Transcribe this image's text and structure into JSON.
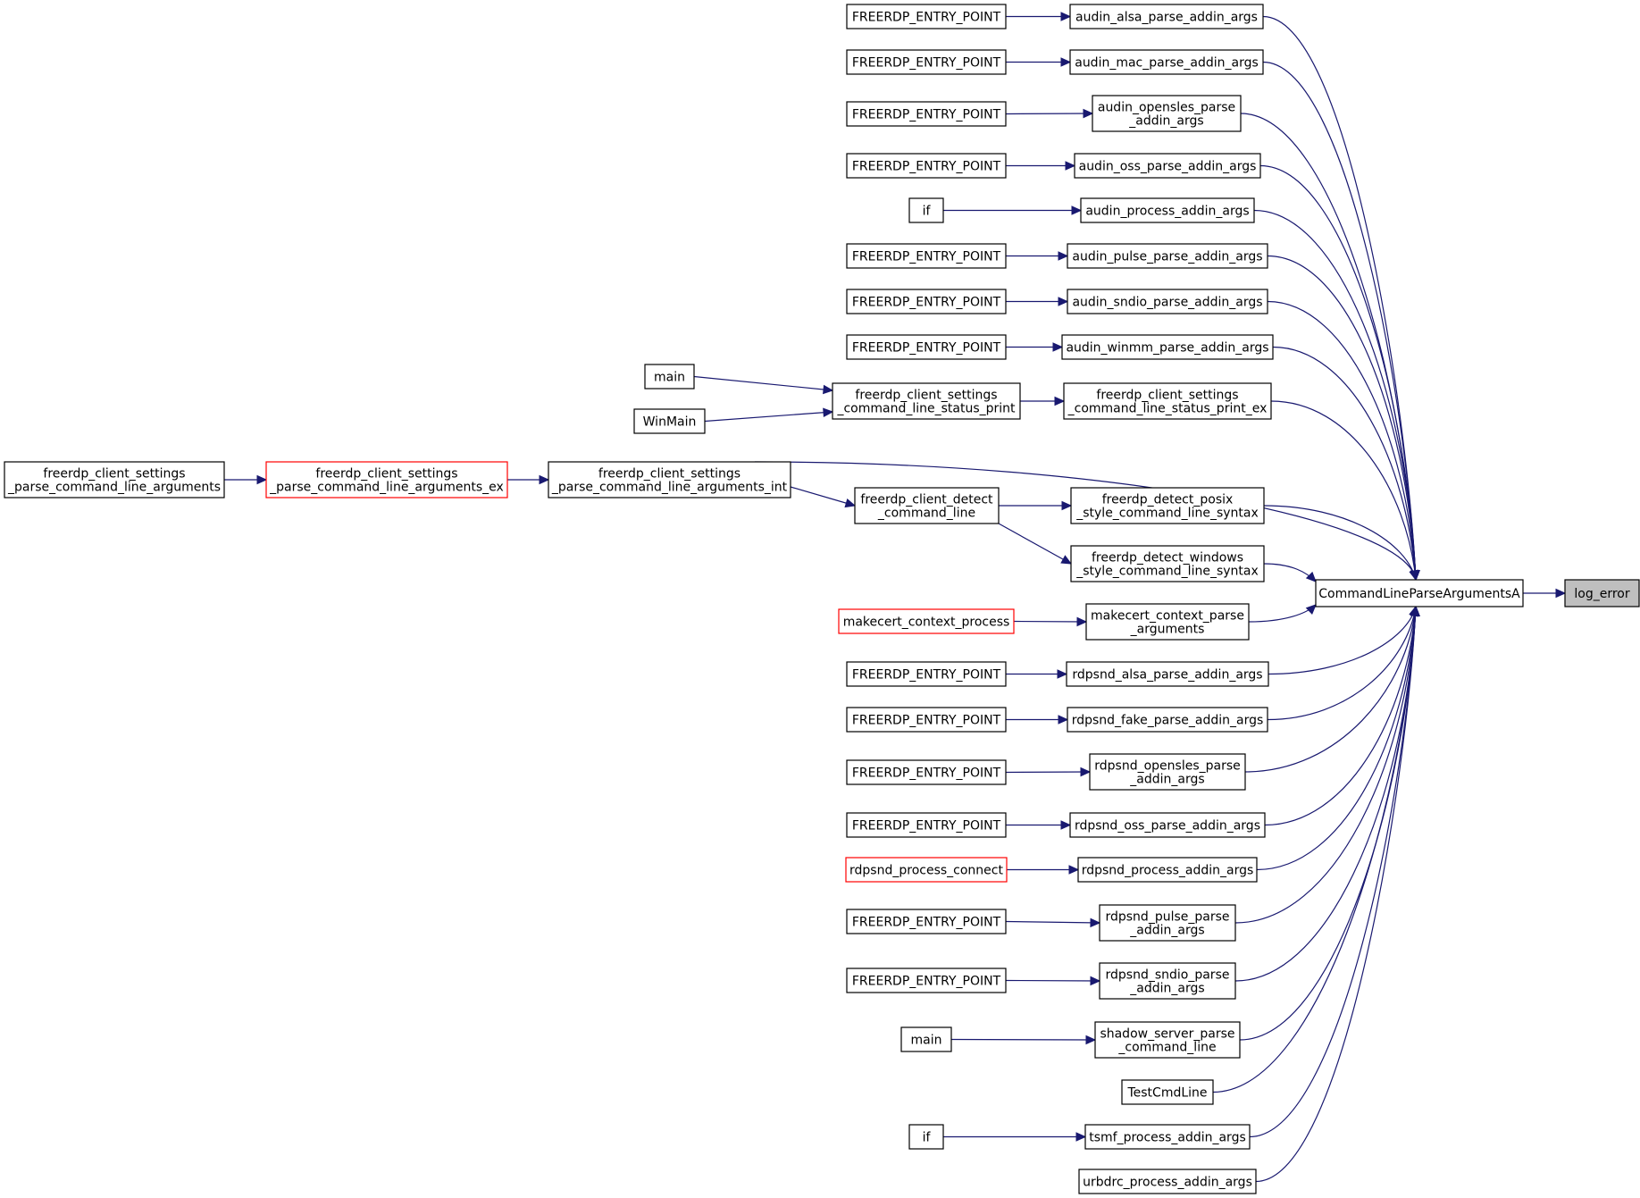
{
  "nodes": [
    {
      "id": "log_error",
      "lines": [
        "log_error"
      ]
    },
    {
      "id": "CommandLineParseArgumentsA",
      "lines": [
        "CommandLineParseArgumentsA"
      ]
    },
    {
      "id": "audin_alsa",
      "lines": [
        "audin_alsa_parse_addin_args"
      ]
    },
    {
      "id": "audin_mac",
      "lines": [
        "audin_mac_parse_addin_args"
      ]
    },
    {
      "id": "audin_opensles",
      "lines": [
        "audin_opensles_parse",
        "_addin_args"
      ]
    },
    {
      "id": "audin_oss",
      "lines": [
        "audin_oss_parse_addin_args"
      ]
    },
    {
      "id": "audin_process",
      "lines": [
        "audin_process_addin_args"
      ]
    },
    {
      "id": "audin_pulse",
      "lines": [
        "audin_pulse_parse_addin_args"
      ]
    },
    {
      "id": "audin_sndio",
      "lines": [
        "audin_sndio_parse_addin_args"
      ]
    },
    {
      "id": "audin_winmm",
      "lines": [
        "audin_winmm_parse_addin_args"
      ]
    },
    {
      "id": "status_print_ex",
      "lines": [
        "freerdp_client_settings",
        "_command_line_status_print_ex"
      ]
    },
    {
      "id": "status_print",
      "lines": [
        "freerdp_client_settings",
        "_command_line_status_print"
      ]
    },
    {
      "id": "parse_int",
      "lines": [
        "freerdp_client_settings",
        "_parse_command_line_arguments_int"
      ]
    },
    {
      "id": "parse_ex",
      "lines": [
        "freerdp_client_settings",
        "_parse_command_line_arguments_ex"
      ]
    },
    {
      "id": "parse_args",
      "lines": [
        "freerdp_client_settings",
        "_parse_command_line_arguments"
      ]
    },
    {
      "id": "detect_cmd",
      "lines": [
        "freerdp_client_detect",
        "_command_line"
      ]
    },
    {
      "id": "detect_posix",
      "lines": [
        "freerdp_detect_posix",
        "_style_command_line_syntax"
      ]
    },
    {
      "id": "detect_windows",
      "lines": [
        "freerdp_detect_windows",
        "_style_command_line_syntax"
      ]
    },
    {
      "id": "makecert_parse",
      "lines": [
        "makecert_context_parse",
        "_arguments"
      ]
    },
    {
      "id": "makecert_process",
      "lines": [
        "makecert_context_process"
      ]
    },
    {
      "id": "rdpsnd_alsa",
      "lines": [
        "rdpsnd_alsa_parse_addin_args"
      ]
    },
    {
      "id": "rdpsnd_fake",
      "lines": [
        "rdpsnd_fake_parse_addin_args"
      ]
    },
    {
      "id": "rdpsnd_opensles",
      "lines": [
        "rdpsnd_opensles_parse",
        "_addin_args"
      ]
    },
    {
      "id": "rdpsnd_oss",
      "lines": [
        "rdpsnd_oss_parse_addin_args"
      ]
    },
    {
      "id": "rdpsnd_process",
      "lines": [
        "rdpsnd_process_addin_args"
      ]
    },
    {
      "id": "rdpsnd_process_connect",
      "lines": [
        "rdpsnd_process_connect"
      ]
    },
    {
      "id": "rdpsnd_pulse",
      "lines": [
        "rdpsnd_pulse_parse",
        "_addin_args"
      ]
    },
    {
      "id": "rdpsnd_sndio",
      "lines": [
        "rdpsnd_sndio_parse",
        "_addin_args"
      ]
    },
    {
      "id": "shadow_server",
      "lines": [
        "shadow_server_parse",
        "_command_line"
      ]
    },
    {
      "id": "TestCmdLine",
      "lines": [
        "TestCmdLine"
      ]
    },
    {
      "id": "tsmf_process",
      "lines": [
        "tsmf_process_addin_args"
      ]
    },
    {
      "id": "urbdrc_process",
      "lines": [
        "urbdrc_process_addin_args"
      ]
    },
    {
      "id": "fep1",
      "lines": [
        "FREERDP_ENTRY_POINT"
      ]
    },
    {
      "id": "fep2",
      "lines": [
        "FREERDP_ENTRY_POINT"
      ]
    },
    {
      "id": "fep3",
      "lines": [
        "FREERDP_ENTRY_POINT"
      ]
    },
    {
      "id": "fep4",
      "lines": [
        "FREERDP_ENTRY_POINT"
      ]
    },
    {
      "id": "if1",
      "lines": [
        "if"
      ]
    },
    {
      "id": "fep5",
      "lines": [
        "FREERDP_ENTRY_POINT"
      ]
    },
    {
      "id": "fep6",
      "lines": [
        "FREERDP_ENTRY_POINT"
      ]
    },
    {
      "id": "fep7",
      "lines": [
        "FREERDP_ENTRY_POINT"
      ]
    },
    {
      "id": "main1",
      "lines": [
        "main"
      ]
    },
    {
      "id": "WinMain",
      "lines": [
        "WinMain"
      ]
    },
    {
      "id": "fep8",
      "lines": [
        "FREERDP_ENTRY_POINT"
      ]
    },
    {
      "id": "fep9",
      "lines": [
        "FREERDP_ENTRY_POINT"
      ]
    },
    {
      "id": "fep10",
      "lines": [
        "FREERDP_ENTRY_POINT"
      ]
    },
    {
      "id": "fep11",
      "lines": [
        "FREERDP_ENTRY_POINT"
      ]
    },
    {
      "id": "fep12",
      "lines": [
        "FREERDP_ENTRY_POINT"
      ]
    },
    {
      "id": "fep13",
      "lines": [
        "FREERDP_ENTRY_POINT"
      ]
    },
    {
      "id": "main2",
      "lines": [
        "main"
      ]
    },
    {
      "id": "if2",
      "lines": [
        "if"
      ]
    }
  ],
  "edges": [
    {
      "from": "CommandLineParseArgumentsA",
      "to": "log_error"
    },
    {
      "from": "audin_alsa",
      "to": "CommandLineParseArgumentsA"
    },
    {
      "from": "audin_mac",
      "to": "CommandLineParseArgumentsA"
    },
    {
      "from": "audin_opensles",
      "to": "CommandLineParseArgumentsA"
    },
    {
      "from": "audin_oss",
      "to": "CommandLineParseArgumentsA"
    },
    {
      "from": "audin_process",
      "to": "CommandLineParseArgumentsA"
    },
    {
      "from": "audin_pulse",
      "to": "CommandLineParseArgumentsA"
    },
    {
      "from": "audin_sndio",
      "to": "CommandLineParseArgumentsA"
    },
    {
      "from": "audin_winmm",
      "to": "CommandLineParseArgumentsA"
    },
    {
      "from": "status_print_ex",
      "to": "CommandLineParseArgumentsA"
    },
    {
      "from": "parse_int",
      "to": "CommandLineParseArgumentsA"
    },
    {
      "from": "detect_posix",
      "to": "CommandLineParseArgumentsA"
    },
    {
      "from": "detect_windows",
      "to": "CommandLineParseArgumentsA"
    },
    {
      "from": "makecert_parse",
      "to": "CommandLineParseArgumentsA"
    },
    {
      "from": "rdpsnd_alsa",
      "to": "CommandLineParseArgumentsA"
    },
    {
      "from": "rdpsnd_fake",
      "to": "CommandLineParseArgumentsA"
    },
    {
      "from": "rdpsnd_opensles",
      "to": "CommandLineParseArgumentsA"
    },
    {
      "from": "rdpsnd_oss",
      "to": "CommandLineParseArgumentsA"
    },
    {
      "from": "rdpsnd_process",
      "to": "CommandLineParseArgumentsA"
    },
    {
      "from": "rdpsnd_pulse",
      "to": "CommandLineParseArgumentsA"
    },
    {
      "from": "rdpsnd_sndio",
      "to": "CommandLineParseArgumentsA"
    },
    {
      "from": "shadow_server",
      "to": "CommandLineParseArgumentsA"
    },
    {
      "from": "TestCmdLine",
      "to": "CommandLineParseArgumentsA"
    },
    {
      "from": "tsmf_process",
      "to": "CommandLineParseArgumentsA"
    },
    {
      "from": "urbdrc_process",
      "to": "CommandLineParseArgumentsA"
    },
    {
      "from": "fep1",
      "to": "audin_alsa"
    },
    {
      "from": "fep2",
      "to": "audin_mac"
    },
    {
      "from": "fep3",
      "to": "audin_opensles"
    },
    {
      "from": "fep4",
      "to": "audin_oss"
    },
    {
      "from": "if1",
      "to": "audin_process"
    },
    {
      "from": "fep5",
      "to": "audin_pulse"
    },
    {
      "from": "fep6",
      "to": "audin_sndio"
    },
    {
      "from": "fep7",
      "to": "audin_winmm"
    },
    {
      "from": "status_print",
      "to": "status_print_ex"
    },
    {
      "from": "main1",
      "to": "status_print"
    },
    {
      "from": "WinMain",
      "to": "status_print"
    },
    {
      "from": "parse_ex",
      "to": "parse_int"
    },
    {
      "from": "parse_args",
      "to": "parse_ex"
    },
    {
      "from": "parse_int",
      "to": "detect_cmd"
    },
    {
      "from": "detect_cmd",
      "to": "detect_posix"
    },
    {
      "from": "detect_cmd",
      "to": "detect_windows"
    },
    {
      "from": "makecert_process",
      "to": "makecert_parse"
    },
    {
      "from": "fep8",
      "to": "rdpsnd_alsa"
    },
    {
      "from": "fep9",
      "to": "rdpsnd_fake"
    },
    {
      "from": "fep10",
      "to": "rdpsnd_opensles"
    },
    {
      "from": "fep11",
      "to": "rdpsnd_oss"
    },
    {
      "from": "rdpsnd_process_connect",
      "to": "rdpsnd_process"
    },
    {
      "from": "fep12",
      "to": "rdpsnd_pulse"
    },
    {
      "from": "fep13",
      "to": "rdpsnd_sndio"
    },
    {
      "from": "main2",
      "to": "shadow_server"
    },
    {
      "from": "if2",
      "to": "tsmf_process"
    }
  ]
}
